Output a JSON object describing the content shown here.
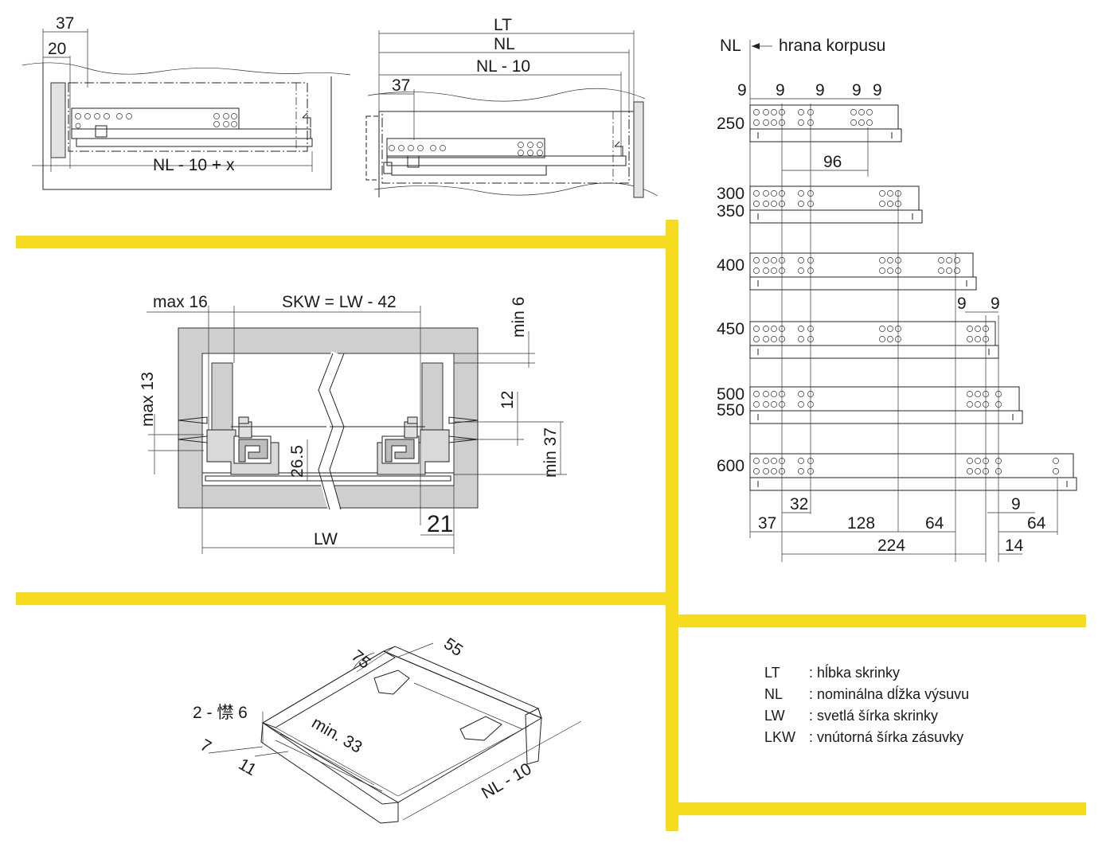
{
  "colors": {
    "divider": "#f5dc1e",
    "panel": "#cfcfcf",
    "line": "#222222"
  },
  "top_left": {
    "d37": "37",
    "d20": "20",
    "nl_x": "NL - 10 + x"
  },
  "top_mid": {
    "lt": "LT",
    "nl": "NL",
    "nl10": "NL - 10",
    "d37": "37"
  },
  "cross_section": {
    "max16": "max 16",
    "skw": "SKW = LW - 42",
    "min6": "min 6",
    "max13": "max 13",
    "d12": "12",
    "min37": "min 37",
    "d265": "26.5",
    "d21": "21",
    "lw": "LW"
  },
  "iso": {
    "d75": "75",
    "d55": "55",
    "holes": "2 - 㦗 6",
    "d7": "7",
    "d11": "11",
    "min33": "min. 33",
    "nl10": "NL - 10"
  },
  "rails": {
    "nl": "NL",
    "edge_label": "hrana korpusu",
    "top_nines": [
      "9",
      "9",
      "9",
      "9",
      "9"
    ],
    "d96": "96",
    "sizes": [
      "250",
      "300",
      "350",
      "400",
      "450",
      "500",
      "550",
      "600"
    ],
    "side_nines": [
      "9",
      "9"
    ],
    "bottom_nine": "9",
    "bottom_dims": {
      "d32": "32",
      "d37": "37",
      "d128": "128",
      "d64a": "64",
      "d64b": "64",
      "d224": "224",
      "d14": "14"
    }
  },
  "legend": [
    {
      "key": "LT",
      "desc": ": hĺbka skrinky"
    },
    {
      "key": "NL",
      "desc": ": nominálna dĺžka výsuvu"
    },
    {
      "key": "LW",
      "desc": ": svetlá šírka skrinky"
    },
    {
      "key": "LKW",
      "desc": ": vnútorná šírka zásuvky"
    }
  ]
}
